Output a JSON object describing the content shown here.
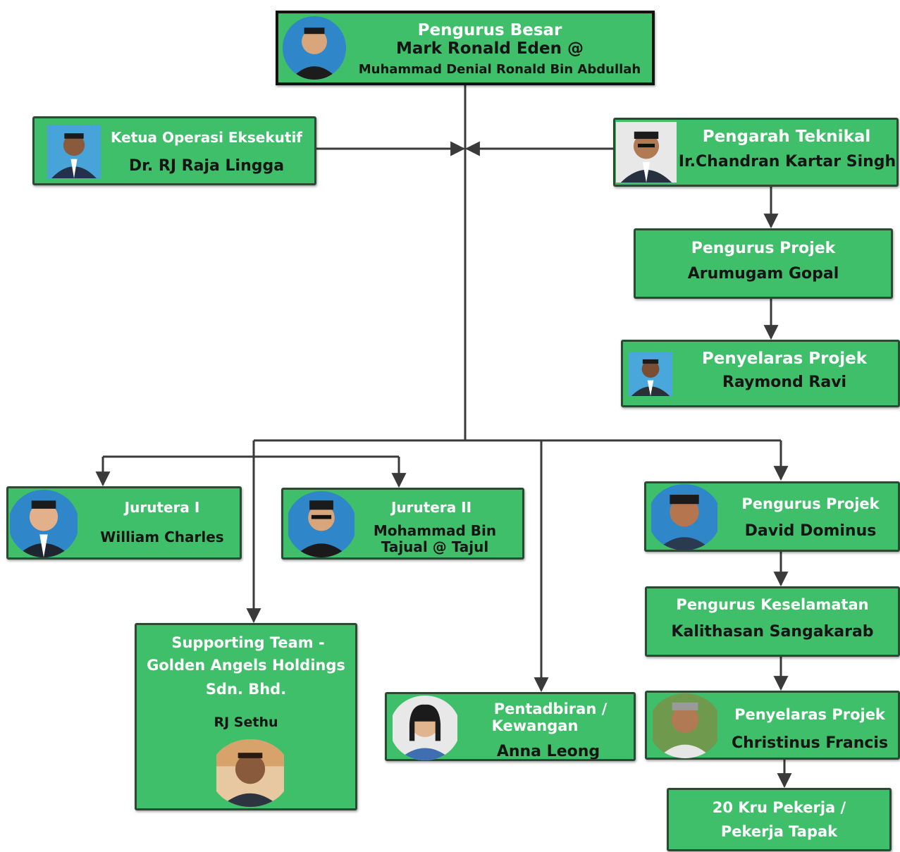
{
  "colors": {
    "box_fill": "#3fbf6a",
    "box_border": "#2a4a33",
    "role_text": "#ffffff",
    "name_text": "#151515",
    "connector": "#3a3a3a"
  },
  "nodes": {
    "pengurus_besar": {
      "role": "Pengurus Besar",
      "name_line1": "Mark Ronald Eden @",
      "name_line2": "Muhammad Denial Ronald Bin Abdullah",
      "photo": "person-photo-icon"
    },
    "ketua_operasi": {
      "role": "Ketua Operasi Eksekutif",
      "name": "Dr. RJ Raja Lingga",
      "photo": "person-photo-icon"
    },
    "pengarah_teknikal": {
      "role": "Pengarah Teknikal",
      "name": "Ir.Chandran Kartar Singh",
      "photo": "person-photo-icon"
    },
    "pengurus_projek_1": {
      "role": "Pengurus Projek",
      "name": "Arumugam Gopal"
    },
    "penyelaras_projek_1": {
      "role": "Penyelaras Projek",
      "name": "Raymond Ravi",
      "photo": "person-photo-icon"
    },
    "jurutera_1": {
      "role": "Jurutera I",
      "name": "William Charles",
      "photo": "person-photo-icon"
    },
    "jurutera_2": {
      "role": "Jurutera  II",
      "name_line1": "Mohammad Bin",
      "name_line2": "Tajual @ Tajul",
      "photo": "person-photo-icon"
    },
    "pengurus_projek_2": {
      "role": "Pengurus Projek",
      "name": "David Dominus",
      "photo": "person-photo-icon"
    },
    "pengurus_keselamatan": {
      "role": "Pengurus Keselamatan",
      "name": "Kalithasan Sangakarab"
    },
    "supporting_team": {
      "role_line1": "Supporting Team -",
      "role_line2": "Golden Angels Holdings",
      "role_line3": "Sdn. Bhd.",
      "name": "RJ Sethu",
      "photo": "person-photo-icon"
    },
    "pentadbiran": {
      "role_line1": "Pentadbiran /",
      "role_line2": "Kewangan",
      "name": "Anna Leong",
      "photo": "person-photo-icon"
    },
    "penyelaras_projek_2": {
      "role": "Penyelaras Projek",
      "name": "Christinus Francis",
      "photo": "person-photo-icon"
    },
    "kru_pekerja": {
      "role_line1": "20 Kru Pekerja  /",
      "role_line2": "Pekerja Tapak"
    }
  }
}
